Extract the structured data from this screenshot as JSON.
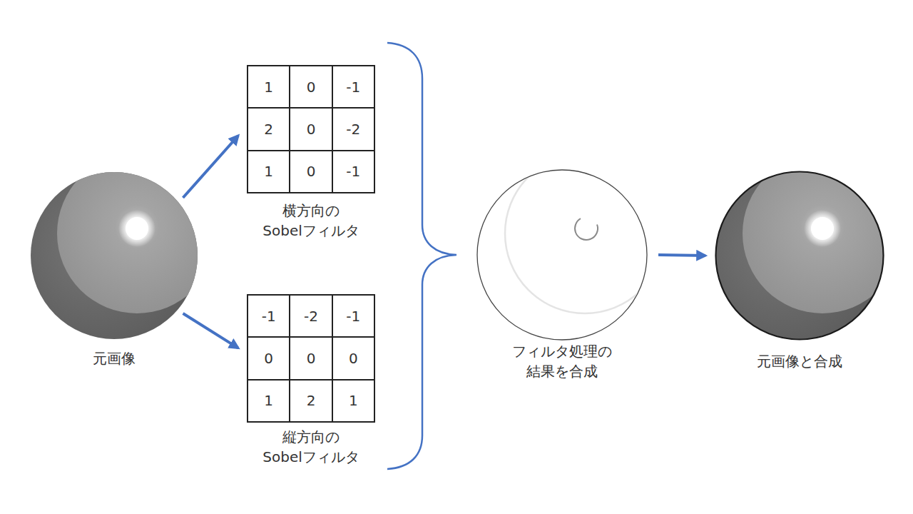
{
  "diagram": {
    "nodes": [
      {
        "text": [
          "元画像"
        ]
      },
      {
        "text": [
          "横方向の Sobelフィルタ"
        ]
      },
      {
        "text": [
          "縦方向の Sobelフィルタ"
        ]
      },
      {
        "text": [
          "フィルタ処理の 結果を合成"
        ]
      },
      {
        "text": [
          "元画像と合成"
        ]
      }
    ],
    "edges": [
      {
        "from": 0,
        "to": 1,
        "arrow": "to"
      },
      {
        "from": 0,
        "to": 2,
        "arrow": "to"
      },
      {
        "from": 3,
        "to": 4,
        "arrow": "to"
      }
    ],
    "labels": [
      "1",
      "0",
      "-1",
      "2",
      "0",
      "-2",
      "1",
      "0",
      "-1",
      "-1",
      "-2",
      "-1",
      "0",
      "0",
      "0",
      "1",
      "2",
      "1"
    ]
  }
}
